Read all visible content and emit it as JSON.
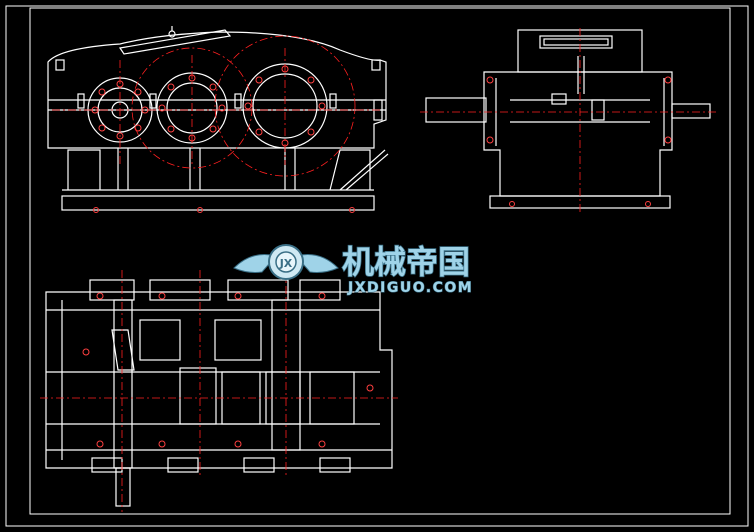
{
  "watermark": {
    "chinese": "机械帝国",
    "domain": "JXDIGUO.COM",
    "logo_mark": "JX"
  },
  "colors": {
    "background": "#000000",
    "outline": "#ffffff",
    "centerline": "#ff2020",
    "watermark_fill": "#9fd3e8",
    "watermark_stroke": "#3a6f86"
  }
}
